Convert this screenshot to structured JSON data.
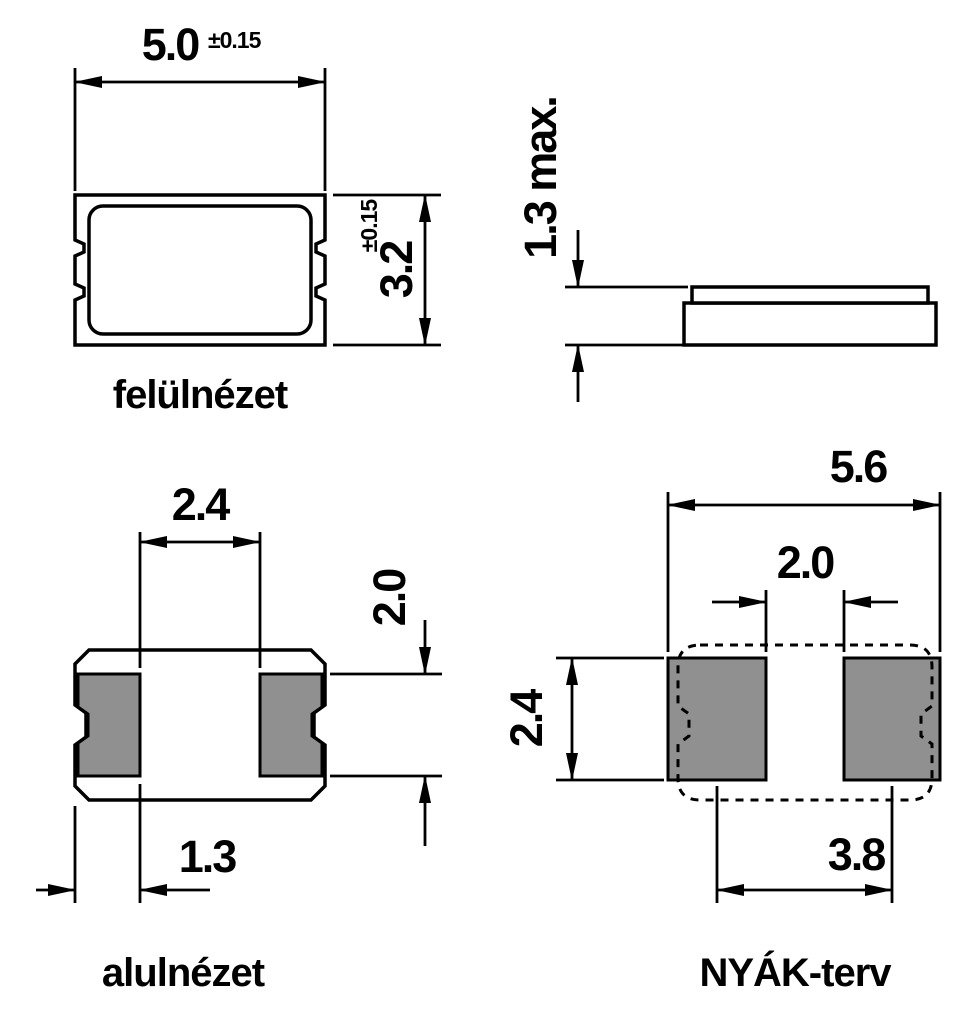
{
  "drawing": {
    "type": "technical-dimension-drawing",
    "views": {
      "top_view": {
        "label": "felülnézet"
      },
      "bottom_view": {
        "label": "alulnézet"
      },
      "pcb_view": {
        "label": "NYÁK-terv"
      }
    },
    "dims": {
      "body_width": "5.0",
      "body_width_tol": "±0.15",
      "body_height": "3.2",
      "body_height_tol": "±0.15",
      "side_height": "1.3 max.",
      "pad_gap_bottom": "2.4",
      "pad_height_bottom": "2.0",
      "pad_width_bottom": "1.3",
      "pcb_total_width": "5.6",
      "pcb_pad_gap": "2.0",
      "pcb_pad_height": "2.4",
      "pcb_pad_pitch": "3.8"
    },
    "colors": {
      "line": "#000000",
      "pad_fill": "#909090",
      "background": "#ffffff"
    }
  }
}
